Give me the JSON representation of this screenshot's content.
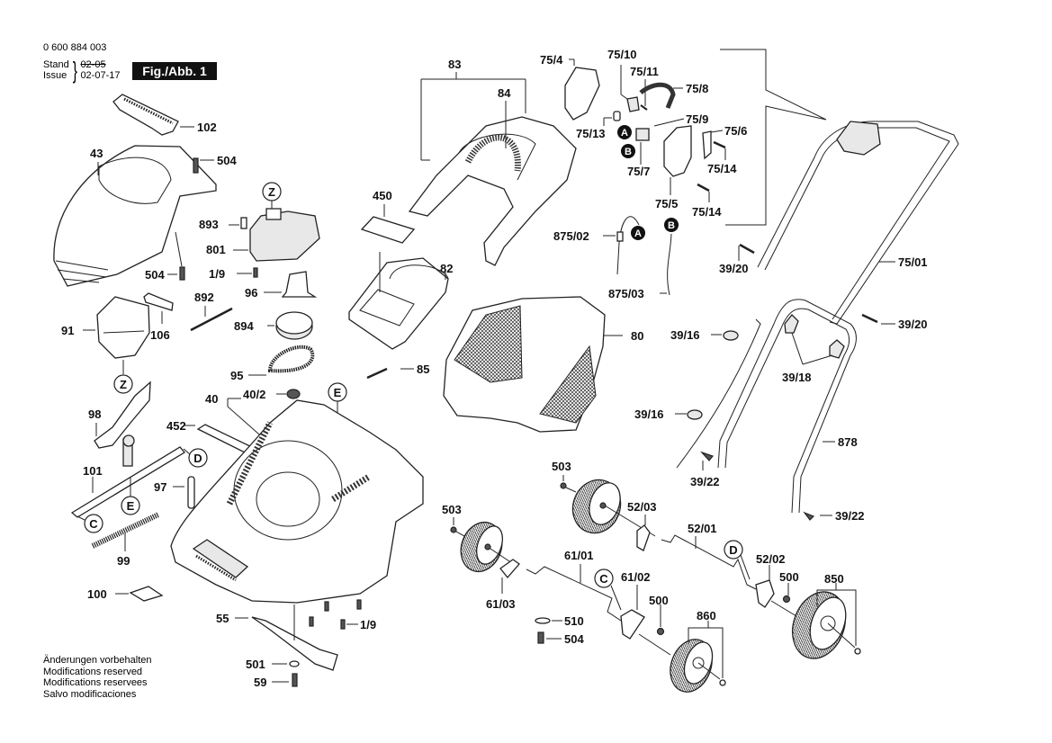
{
  "header": {
    "doc_number": "0 600 884 003",
    "stand_label": "Stand",
    "issue_label": "Issue",
    "stand_old_date": "02-05",
    "issue_date": "02-07-17",
    "figure_badge": "Fig./Abb. 1"
  },
  "footer": {
    "lines": [
      "Änderungen vorbehalten",
      "Modifications reserved",
      "Modifications reservees",
      "Salvo modificaciones"
    ]
  },
  "parts": {
    "p102": "102",
    "p43": "43",
    "p504a": "504",
    "p504b": "504",
    "p504c": "504",
    "p91": "91",
    "p106": "106",
    "p893": "893",
    "p801": "801",
    "p1_9a": "1/9",
    "p96": "96",
    "p892": "892",
    "p894": "894",
    "p95": "95",
    "p40": "40",
    "p40_2": "40/2",
    "p452": "452",
    "p98": "98",
    "p101": "101",
    "p97": "97",
    "p99": "99",
    "p100": "100",
    "p55": "55",
    "p1_9b": "1/9",
    "p501": "501",
    "p59": "59",
    "p83": "83",
    "p84": "84",
    "p450": "450",
    "p82": "82",
    "p85": "85",
    "p80": "80",
    "p875_02": "875/02",
    "p875_03": "875/03",
    "p75_4": "75/4",
    "p75_10": "75/10",
    "p75_11": "75/11",
    "p75_8": "75/8",
    "p75_13": "75/13",
    "p75_9": "75/9",
    "p75_6": "75/6",
    "p75_7": "75/7",
    "p75_14a": "75/14",
    "p75_5": "75/5",
    "p75_14b": "75/14",
    "p39_20a": "39/20",
    "p75_01": "75/01",
    "p39_20b": "39/20",
    "p39_16a": "39/16",
    "p39_18": "39/18",
    "p39_16b": "39/16",
    "p878": "878",
    "p39_22a": "39/22",
    "p39_22b": "39/22",
    "p503a": "503",
    "p503b": "503",
    "p52_03": "52/03",
    "p52_01": "52/01",
    "p61_01": "61/01",
    "p61_03": "61/03",
    "p61_02": "61/02",
    "p52_02": "52/02",
    "p500a": "500",
    "p500b": "500",
    "p510": "510",
    "p850": "850",
    "p860": "860"
  },
  "markers": {
    "Z": "Z",
    "E": "E",
    "C": "C",
    "D": "D",
    "A": "A",
    "B": "B"
  }
}
